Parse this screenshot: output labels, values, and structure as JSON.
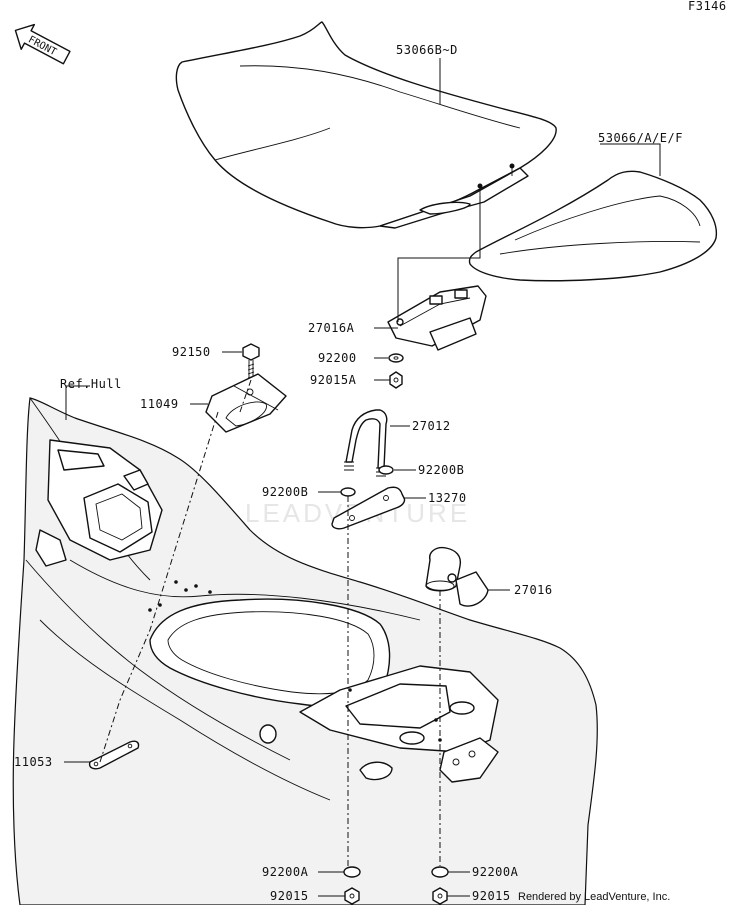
{
  "diagram_code": "F3146",
  "front_badge": "FRONT",
  "watermark": "LEADVENTURE",
  "credit": "Rendered by LeadVenture, Inc.",
  "labels": {
    "seat_front": "53066B~D",
    "seat_rear": "53066/A/E/F",
    "hook": "27016A",
    "washer_top": "92200",
    "nut_top": "92015A",
    "bolt": "92150",
    "ref_hull": "Ref.Hull",
    "plate": "11049",
    "u_bolt": "27012",
    "washer_b_right": "92200B",
    "washer_b_left": "92200B",
    "pad": "13270",
    "latch": "27016",
    "strap": "11053",
    "washer_a_left": "92200A",
    "washer_a_right": "92200A",
    "nut_left": "92015",
    "nut_right": "92015"
  }
}
